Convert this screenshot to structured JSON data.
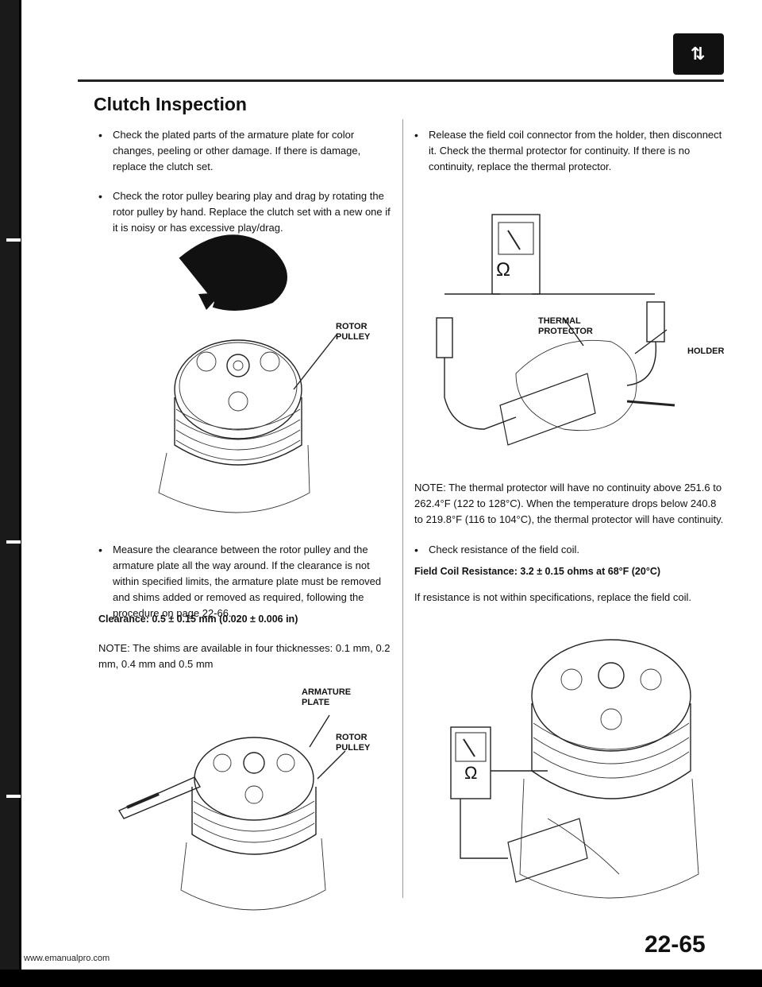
{
  "header": {
    "title": "Clutch Inspection",
    "nav_icon": "up-down-arrows-icon"
  },
  "left": {
    "bullet1": "Check the plated parts of the armature plate for color changes, peeling or other damage. If there is damage, replace the clutch set.",
    "bullet2": "Check the rotor pulley bearing play and drag by rotating the rotor pulley by hand. Replace the clutch set with a new one if it is noisy or has excessive play/drag.",
    "fig1_label": [
      "ROTOR",
      "PULLEY"
    ],
    "bullet3": "Measure the clearance between the rotor pulley and the armature plate all the way around. If the clearance is not within specified limits, the armature plate must be removed and shims added or removed as required, following the procedure on page 22-66.",
    "clearance": "Clearance: 0.5 ± 0.15 mm (0.020 ± 0.006 in)",
    "note": "NOTE: The shims are available in four thicknesses: 0.1 mm, 0.2 mm, 0.4 mm and 0.5 mm",
    "fig2_label_armature": [
      "ARMATURE",
      "PLATE"
    ],
    "fig2_label_rotor": [
      "ROTOR",
      "PULLEY"
    ]
  },
  "right": {
    "bullet1": "Release the field coil connector from the holder, then disconnect it. Check the thermal protector for continuity. If there is no continuity, replace the thermal protector.",
    "fig3_label_thermal": [
      "THERMAL",
      "PROTECTOR"
    ],
    "fig3_label_holder": "HOLDER",
    "ohm_symbol": "Ω",
    "note": "NOTE: The thermal protector will have no continuity above 251.6 to 262.4°F (122 to 128°C). When the temperature drops below 240.8 to 219.8°F (116 to 104°C), the thermal protector will have continuity.",
    "bullet2": "Check resistance of the field coil.",
    "resistance": "Field Coil Resistance: 3.2 ± 0.15 ohms at 68°F (20°C)",
    "replace": "If resistance is not within specifications, replace the field coil."
  },
  "footer": {
    "page_number": "22-65",
    "url": "www.emanualpro.com"
  }
}
